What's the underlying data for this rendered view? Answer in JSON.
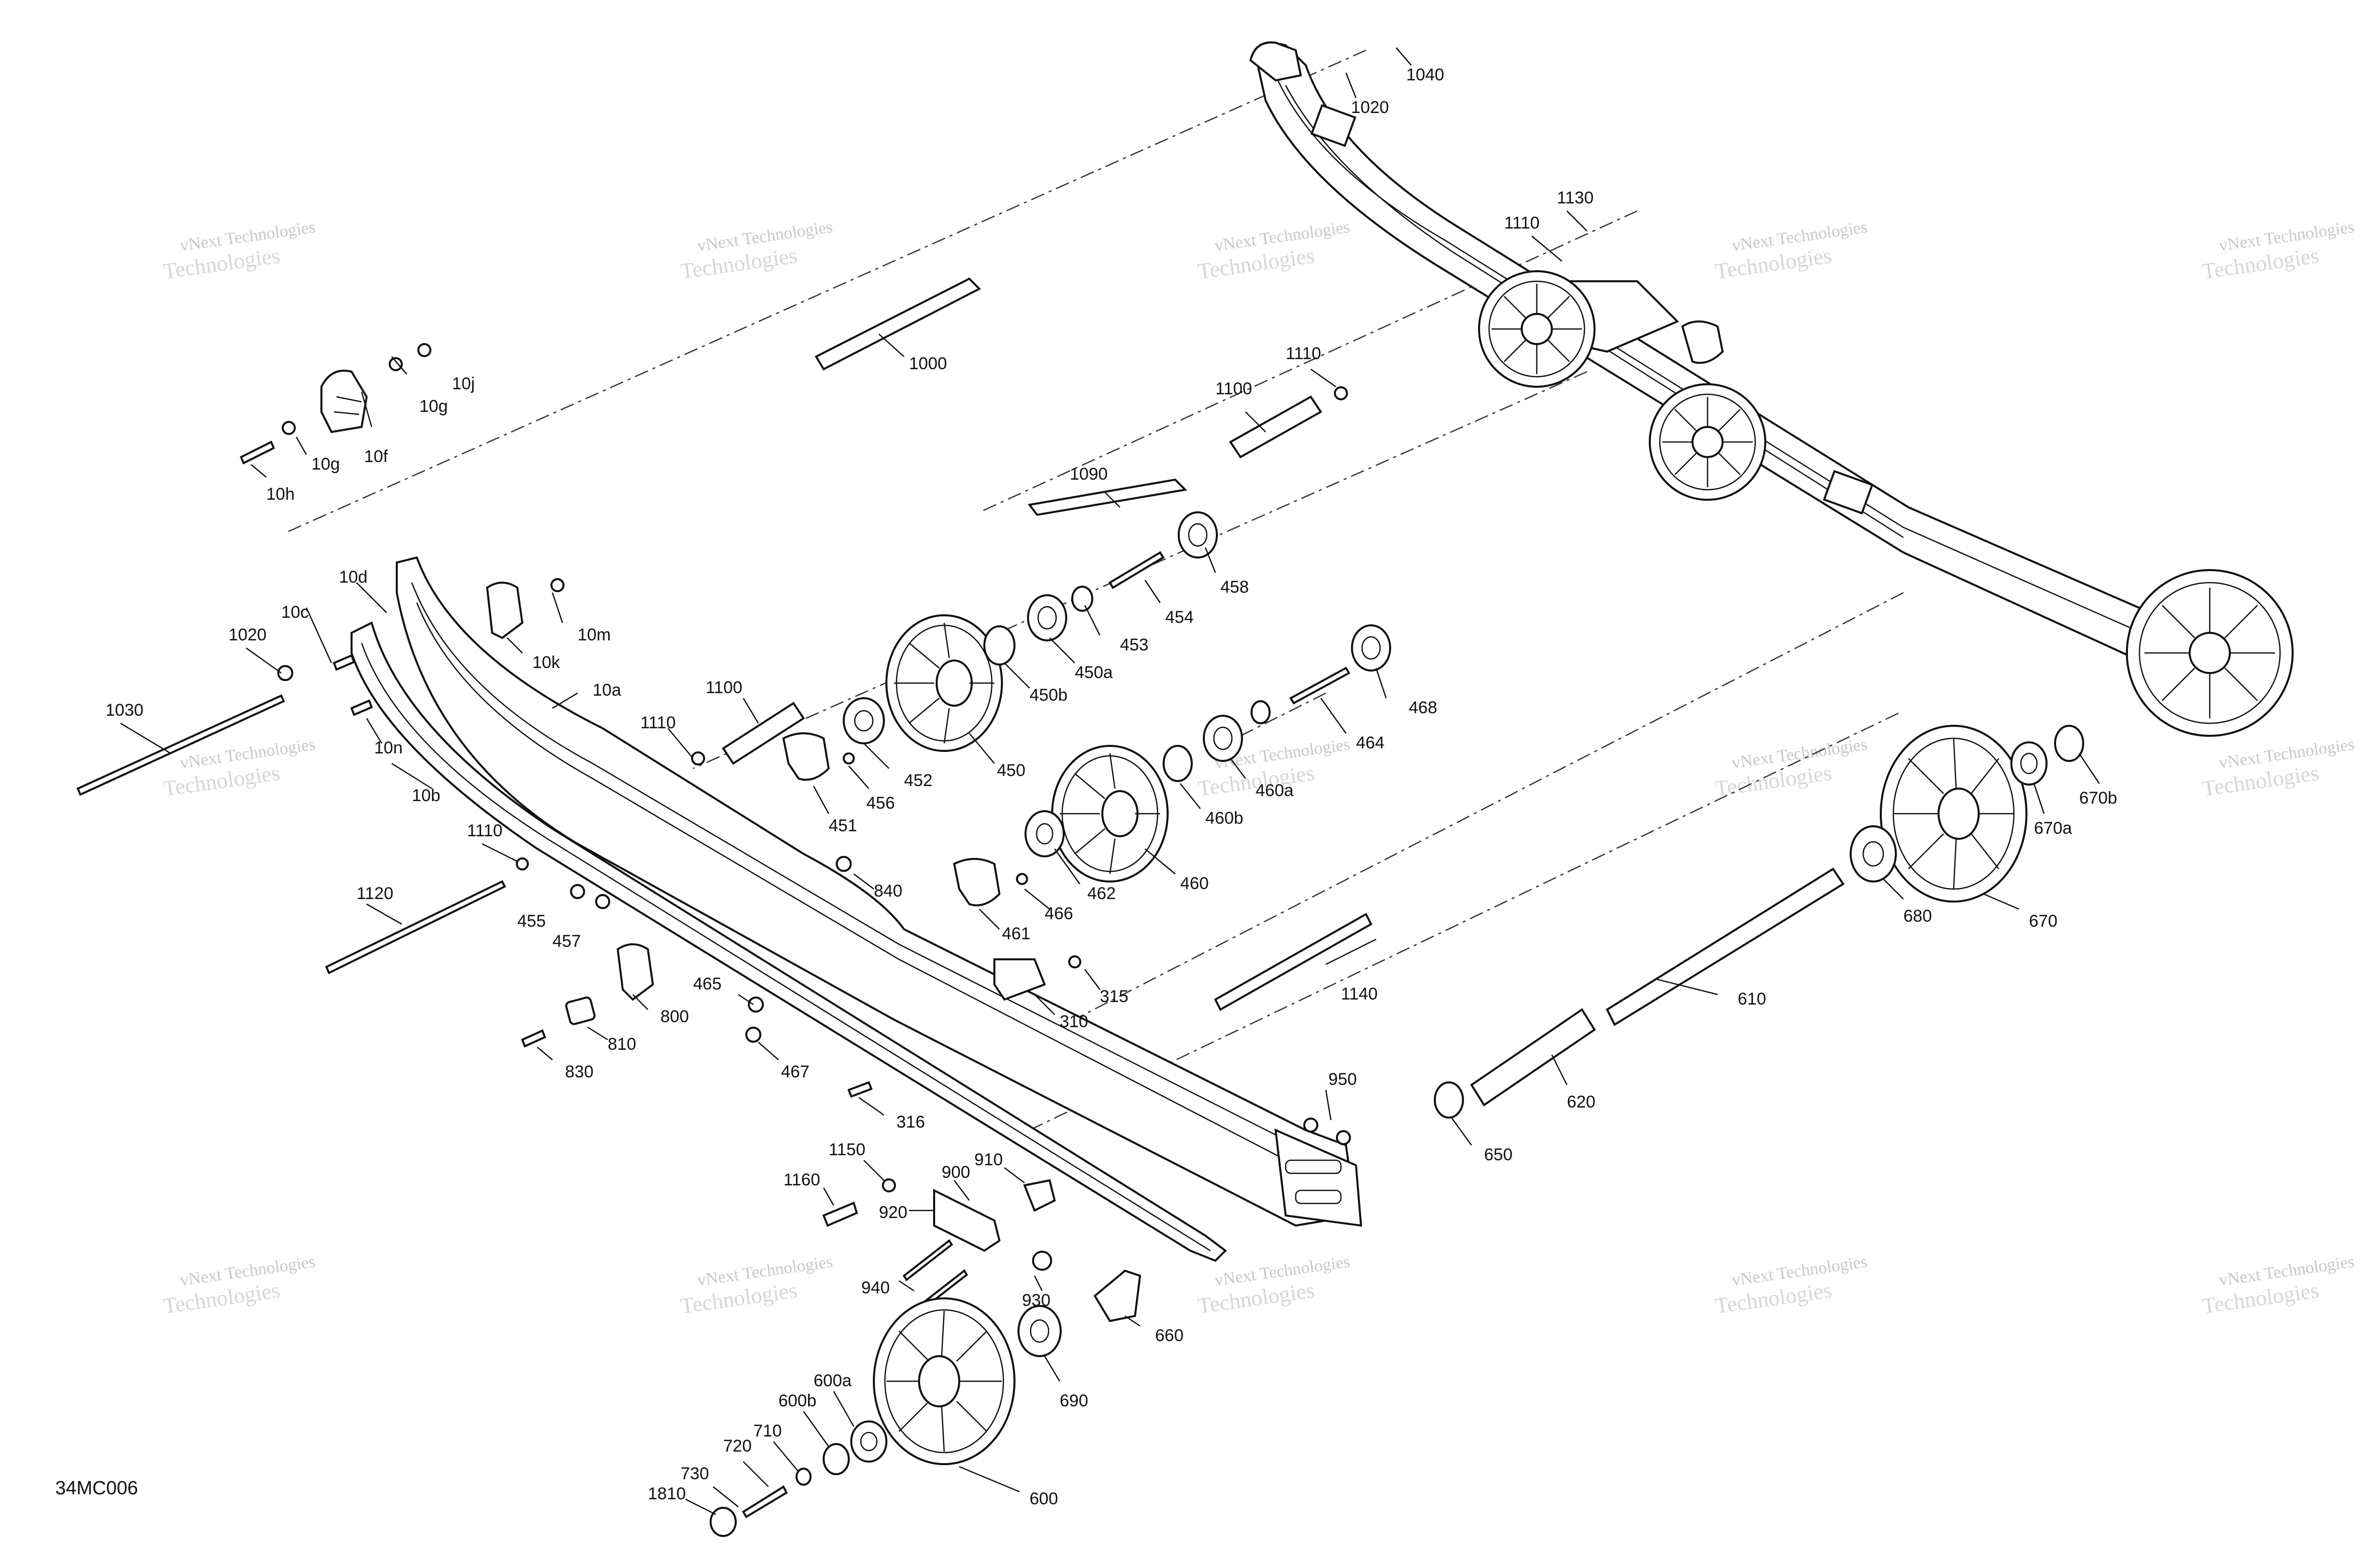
{
  "diagram_code": "34MC006",
  "watermark": {
    "line1": "vNext Technologies",
    "line2": "vNext Technologies",
    "line3": "Technologies"
  },
  "labels": {
    "p1040": "1040",
    "p1020a": "1020",
    "p1130": "1130",
    "p1110a": "1110",
    "p1000": "1000",
    "p1110b": "1110",
    "p1100a": "1100",
    "p1090": "1090",
    "p458": "458",
    "p454": "454",
    "p453": "453",
    "p450a": "450a",
    "p450b": "450b",
    "p450": "450",
    "p468": "468",
    "p464": "464",
    "p460a": "460a",
    "p460b": "460b",
    "p460": "460",
    "p10j": "10j",
    "p10g1": "10g",
    "p10g2": "10g",
    "p10f": "10f",
    "p10h": "10h",
    "p10d": "10d",
    "p10c": "10c",
    "p1020b": "1020",
    "p10m": "10m",
    "p10k": "10k",
    "p10a": "10a",
    "p1030": "1030",
    "p10n": "10n",
    "p10b": "10b",
    "p1110c": "1110",
    "p1100b": "1100",
    "p1110d": "1110",
    "p452": "452",
    "p456": "456",
    "p451": "451",
    "p840": "840",
    "p462": "462",
    "p466": "466",
    "p461": "461",
    "p1120": "1120",
    "p455": "455",
    "p457": "457",
    "p310": "310",
    "p315": "315",
    "p465": "465",
    "p800": "800",
    "p810": "810",
    "p830": "830",
    "p467": "467",
    "p316": "316",
    "p1140": "1140",
    "p610": "610",
    "p620": "620",
    "p650": "650",
    "p950": "950",
    "p670b": "670b",
    "p670a": "670a",
    "p670": "670",
    "p680": "680",
    "p1150": "1150",
    "p1160": "1160",
    "p900": "900",
    "p910": "910",
    "p920": "920",
    "p940": "940",
    "p930": "930",
    "p660": "660",
    "p690": "690",
    "p600a": "600a",
    "p600b": "600b",
    "p710": "710",
    "p720": "720",
    "p730": "730",
    "p1810": "1810",
    "p600": "600"
  }
}
